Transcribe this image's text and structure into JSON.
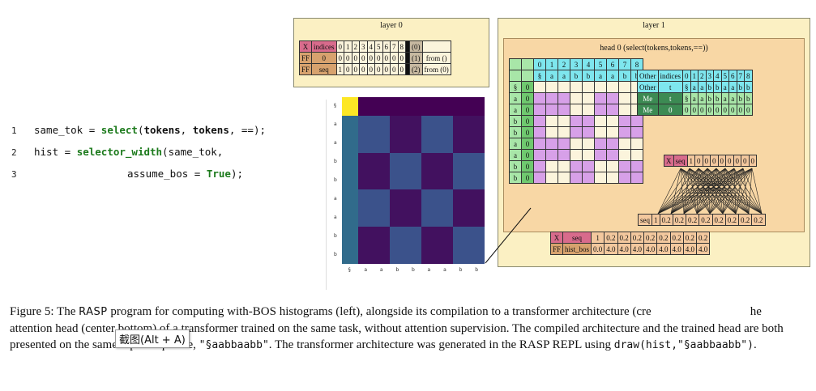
{
  "code": {
    "lines": [
      {
        "num": "1",
        "parts": [
          "same_tok = ",
          "select",
          "(",
          "tokens",
          ", ",
          "tokens",
          ", ==);"
        ]
      },
      {
        "num": "2",
        "parts": [
          "hist = ",
          "selector_width",
          "(same_tok,"
        ]
      },
      {
        "num": "3",
        "parts": [
          "assume_bos = ",
          "True",
          ");"
        ]
      }
    ]
  },
  "layer0": {
    "title": "layer 0",
    "rows": [
      {
        "cells": [
          "X",
          "indices",
          "0",
          "1",
          "2",
          "3",
          "4",
          "5",
          "6",
          "7",
          "8"
        ],
        "tag": "(0)",
        "note": ""
      },
      {
        "cells": [
          "FF",
          "0",
          "0",
          "0",
          "0",
          "0",
          "0",
          "0",
          "0",
          "0",
          "0"
        ],
        "tag": "(1)",
        "note": "from ()"
      },
      {
        "cells": [
          "FF",
          "seq",
          "1",
          "0",
          "0",
          "0",
          "0",
          "0",
          "0",
          "0",
          "0"
        ],
        "tag": "(2)",
        "note": "from (0)"
      }
    ]
  },
  "layer1": {
    "title": "layer 1",
    "head_title": "head 0 (select(tokens,tokens,==))",
    "grid_cols_idx": [
      "0",
      "1",
      "2",
      "3",
      "4",
      "5",
      "6",
      "7",
      "8"
    ],
    "grid_cols_tok": [
      "§",
      "a",
      "a",
      "b",
      "b",
      "a",
      "a",
      "b",
      "b"
    ],
    "grid_rows": [
      {
        "tok": "§",
        "idx": "0"
      },
      {
        "tok": "a",
        "idx": "0"
      },
      {
        "tok": "a",
        "idx": "0"
      },
      {
        "tok": "b",
        "idx": "0"
      },
      {
        "tok": "b",
        "idx": "0"
      },
      {
        "tok": "a",
        "idx": "0"
      },
      {
        "tok": "a",
        "idx": "0"
      },
      {
        "tok": "b",
        "idx": "0"
      },
      {
        "tok": "b",
        "idx": "0"
      }
    ],
    "selector_matrix": [
      [
        0,
        0,
        0,
        0,
        0,
        0,
        0,
        0,
        0
      ],
      [
        1,
        1,
        1,
        0,
        0,
        1,
        1,
        0,
        0
      ],
      [
        1,
        1,
        1,
        0,
        0,
        1,
        1,
        0,
        0
      ],
      [
        1,
        0,
        0,
        1,
        1,
        0,
        0,
        1,
        1
      ],
      [
        1,
        0,
        0,
        1,
        1,
        0,
        0,
        1,
        1
      ],
      [
        1,
        1,
        1,
        0,
        0,
        1,
        1,
        0,
        0
      ],
      [
        1,
        1,
        1,
        0,
        0,
        1,
        1,
        0,
        0
      ],
      [
        1,
        0,
        0,
        1,
        1,
        0,
        0,
        1,
        1
      ],
      [
        1,
        0,
        0,
        1,
        1,
        0,
        0,
        1,
        1
      ]
    ],
    "right_table": {
      "header": [
        "Other",
        "indices",
        "0",
        "1",
        "2",
        "3",
        "4",
        "5",
        "6",
        "7",
        "8"
      ],
      "rows": [
        [
          "Other",
          "t",
          "§",
          "a",
          "a",
          "b",
          "b",
          "a",
          "a",
          "b",
          "b"
        ],
        [
          "Me",
          "t",
          "§",
          "a",
          "a",
          "b",
          "b",
          "a",
          "a",
          "b",
          "b"
        ],
        [
          "Me",
          "0",
          "0",
          "0",
          "0",
          "0",
          "0",
          "0",
          "0",
          "0",
          "0"
        ]
      ]
    },
    "xseq": [
      "X",
      "seq",
      "1",
      "0",
      "0",
      "0",
      "0",
      "0",
      "0",
      "0",
      "0"
    ],
    "seq_row": [
      "seq",
      "1",
      "0.2",
      "0.2",
      "0.2",
      "0.2",
      "0.2",
      "0.2",
      "0.2",
      "0.2"
    ],
    "out_rows": [
      [
        "X",
        "seq",
        "1",
        "0.2",
        "0.2",
        "0.2",
        "0.2",
        "0.2",
        "0.2",
        "0.2",
        "0.2"
      ],
      [
        "FF",
        "hist_bos",
        "0.0",
        "4.0",
        "4.0",
        "4.0",
        "4.0",
        "4.0",
        "4.0",
        "4.0",
        "4.0"
      ]
    ]
  },
  "heatmap": {
    "labels": [
      "§",
      "a",
      "a",
      "b",
      "b",
      "a",
      "a",
      "b",
      "b"
    ],
    "values": [
      [
        1,
        0,
        0,
        0,
        0,
        0,
        0,
        0,
        0
      ],
      [
        0.35,
        0.25,
        0.25,
        0.05,
        0.05,
        0.25,
        0.25,
        0.05,
        0.05
      ],
      [
        0.35,
        0.25,
        0.25,
        0.05,
        0.05,
        0.25,
        0.25,
        0.05,
        0.05
      ],
      [
        0.35,
        0.05,
        0.05,
        0.25,
        0.25,
        0.05,
        0.05,
        0.25,
        0.25
      ],
      [
        0.35,
        0.05,
        0.05,
        0.25,
        0.25,
        0.05,
        0.05,
        0.25,
        0.25
      ],
      [
        0.35,
        0.25,
        0.25,
        0.05,
        0.05,
        0.25,
        0.25,
        0.05,
        0.05
      ],
      [
        0.35,
        0.25,
        0.25,
        0.05,
        0.05,
        0.25,
        0.25,
        0.05,
        0.05
      ],
      [
        0.35,
        0.05,
        0.05,
        0.25,
        0.25,
        0.05,
        0.05,
        0.25,
        0.25
      ],
      [
        0.35,
        0.05,
        0.05,
        0.25,
        0.25,
        0.05,
        0.05,
        0.25,
        0.25
      ]
    ]
  },
  "caption": {
    "p1": "Figure 5: The ",
    "rasp": "RASP",
    "p2": " program for computing with-BOS histograms (left), alongside its compilation to a transformer architecture (cre",
    "p3": "he attention head (center bottom) of a transformer trained on the same task, without attention supervision. The compiled architecture and the trained head are both presented on the same input sequence, ",
    "seq": "\"§aabbaabb\"",
    "p4": ". The transformer architecture was generated in the RASP REPL using ",
    "draw": "draw(hist,\"§aabbaabb\")",
    "p5": "."
  },
  "tooltip": "截图(Alt + A)"
}
